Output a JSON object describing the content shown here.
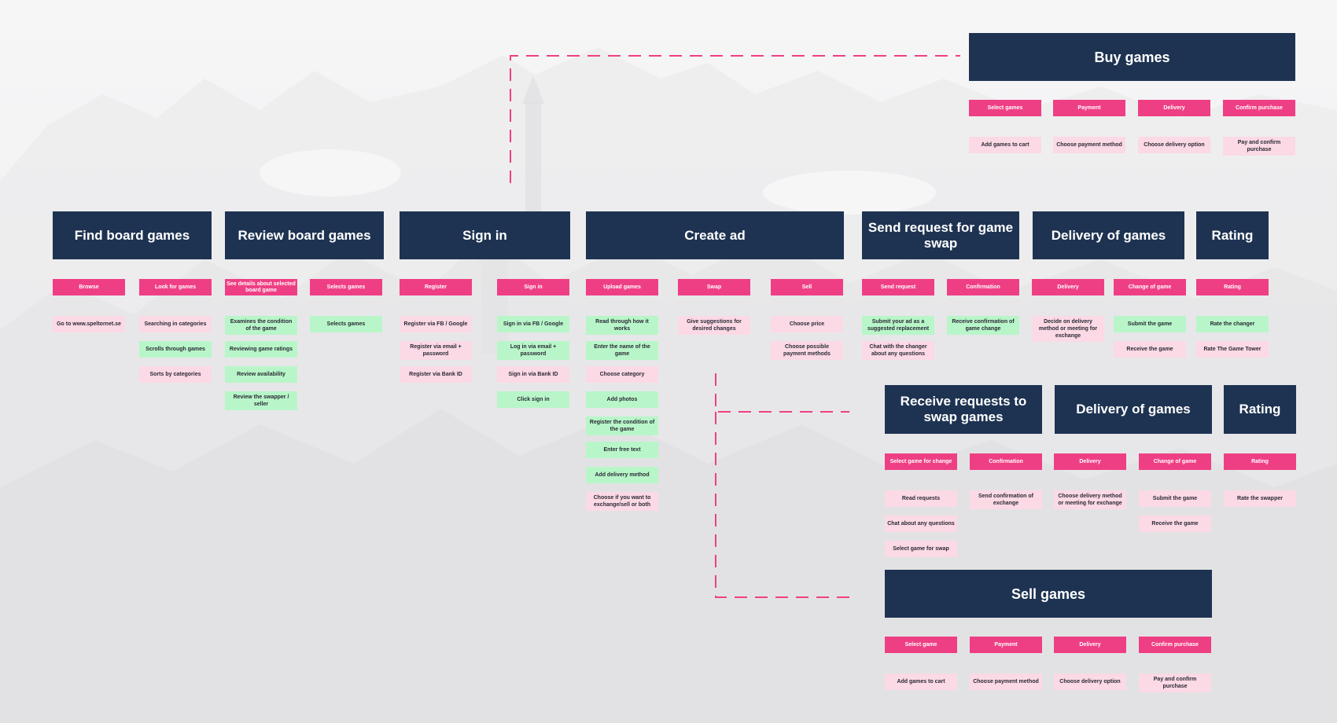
{
  "colors": {
    "header_bg": "#1e3352",
    "step_bg": "#ef3f84",
    "note_pink": "#fbd9e5",
    "note_green": "#b8f6c9",
    "connector": "#ef3f84"
  },
  "sections": [
    {
      "id": "buy-games",
      "title": "Buy games",
      "big": true,
      "steps": [
        "Select games",
        "Payment",
        "Delivery",
        "Confirm purchase"
      ],
      "notes": [
        [
          "pink:Add games to cart"
        ],
        [
          "pink:Choose payment method"
        ],
        [
          "pink:Choose delivery option"
        ],
        [
          "pink:Pay and confirm purchase"
        ]
      ]
    },
    {
      "id": "find-board-games",
      "title": "Find board games",
      "steps": [
        "Browse",
        "Look for games"
      ],
      "notes": [
        [
          "pink:Go to www.speltornet.se"
        ],
        [
          "pink:Searching in categories",
          "green:Scrolls through games",
          "pink:Sorts by categories"
        ]
      ]
    },
    {
      "id": "review-board-games",
      "title": "Review board games",
      "steps": [
        "See details about selected board game",
        "Selects games"
      ],
      "notes": [
        [
          "green:Examines the condition of the game",
          "green:Reviewing game ratings",
          "green:Review availability",
          "green:Review the swapper / seller"
        ],
        [
          "green:Selects games"
        ]
      ]
    },
    {
      "id": "sign-in",
      "title": "Sign in",
      "steps": [
        "Register",
        "Sign in"
      ],
      "notes": [
        [
          "pink:Register via FB / Google",
          "pink:Register via email + password",
          "pink:Register via Bank ID"
        ],
        [
          "green:Sign in via FB / Google",
          "green:Log in via email + password",
          "pink:Sign in via Bank ID",
          "green:Click sign in"
        ]
      ]
    },
    {
      "id": "create-ad",
      "title": "Create ad",
      "steps": [
        "Upload games",
        "Swap",
        "Sell"
      ],
      "notes": [
        [
          "green:Read through how it works",
          "green:Enter the name of the game",
          "pink:Choose category",
          "green:Add photos",
          "green:Register the condition of the game",
          "green:Enter free text",
          "green:Add delivery method",
          "pink:Choose if you want to exchange/sell or both"
        ],
        [
          "pink:Give suggestions for desired changes"
        ],
        [
          "pink:Choose price",
          "pink:Choose possible payment methods"
        ]
      ]
    },
    {
      "id": "send-request",
      "title": "Send request for game swap",
      "steps": [
        "Send request",
        "Confirmation"
      ],
      "notes": [
        [
          "green:Submit your ad as a suggested replacement",
          "pink:Chat with the changer about any questions"
        ],
        [
          "green:Receive confirmation of game change"
        ]
      ]
    },
    {
      "id": "delivery-1",
      "title": "Delivery of games",
      "steps": [
        "Delivery",
        "Change of game"
      ],
      "notes": [
        [
          "pink:Decide on delivery method or meeting for exchange"
        ],
        [
          "green:Submit the game",
          "pink:Receive the game"
        ]
      ]
    },
    {
      "id": "rating-1",
      "title": "Rating",
      "steps": [
        "Rating"
      ],
      "notes": [
        [
          "green:Rate the changer",
          "pink:Rate The Game Tower"
        ]
      ]
    },
    {
      "id": "receive-requests",
      "title": "Receive requests to swap games",
      "steps": [
        "Select game for change",
        "Confirmation",
        "Delivery",
        "Change of game"
      ],
      "notes": [
        [
          "pink:Read requests",
          "pink:Chat about any questions",
          "pink:Select game for swap"
        ],
        [
          "pink:Send confirmation of exchange"
        ],
        [
          "pink:Choose delivery method or meeting for exchange"
        ],
        [
          "pink:Submit the game",
          "pink:Receive the game"
        ]
      ]
    },
    {
      "id": "delivery-2",
      "title": "Delivery of games",
      "steps": [],
      "notes": []
    },
    {
      "id": "rating-2",
      "title": "Rating",
      "steps": [
        "Rating"
      ],
      "notes": [
        [
          "pink:Rate the swapper"
        ]
      ]
    },
    {
      "id": "sell-games",
      "title": "Sell games",
      "big": true,
      "steps": [
        "Select game",
        "Payment",
        "Delivery",
        "Confirm purchase"
      ],
      "notes": [
        [
          "pink:Add games to cart"
        ],
        [
          "pink:Choose payment method"
        ],
        [
          "pink:Choose delivery option"
        ],
        [
          "pink:Pay and confirm purchase"
        ]
      ]
    }
  ]
}
